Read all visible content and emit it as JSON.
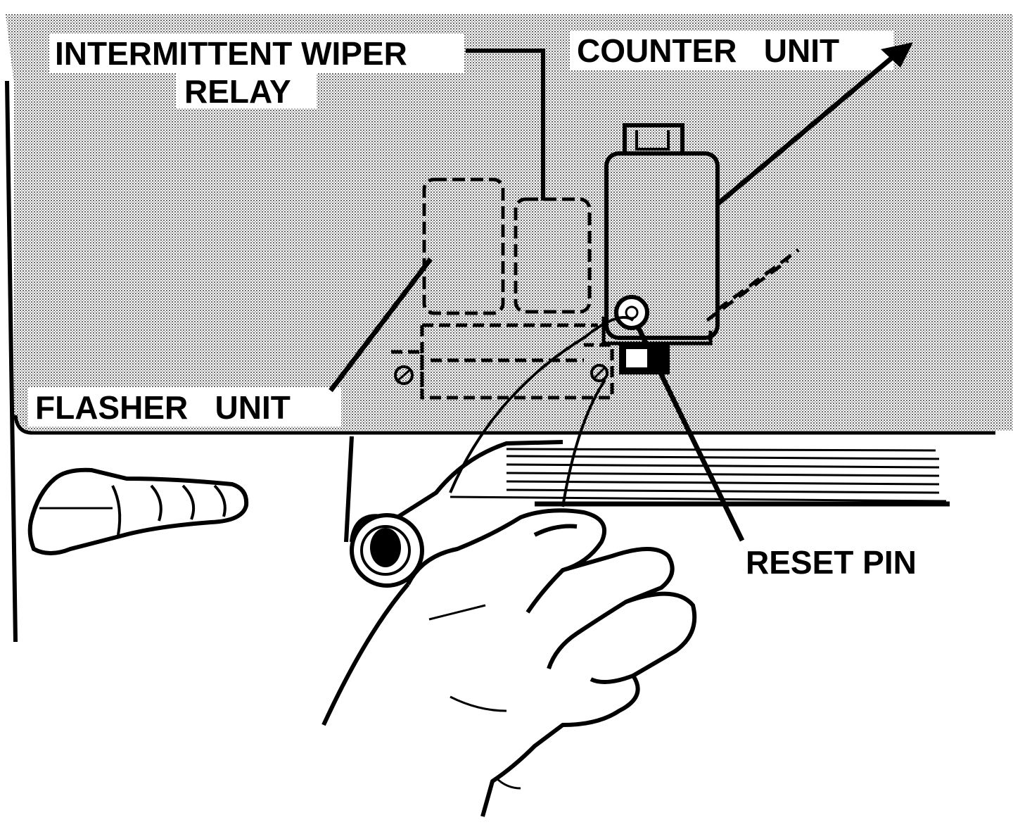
{
  "labels": {
    "wiper_relay_line1": "INTERMITTENT WIPER",
    "wiper_relay_line2": "RELAY",
    "counter_unit": "COUNTER   UNIT",
    "flasher_unit": "FLASHER   UNIT",
    "reset_pin": "RESET PIN"
  },
  "colors": {
    "ink": "#000000",
    "paper": "#ffffff",
    "panel_fill": "#d9d9d9"
  },
  "icons": {
    "hand": "hand-icon",
    "knob": "knob-icon",
    "screw": "screw-icon"
  }
}
